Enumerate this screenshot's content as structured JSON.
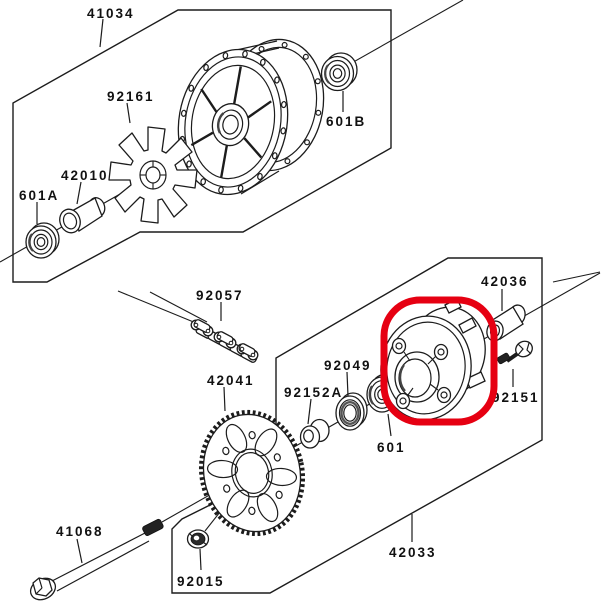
{
  "figure": {
    "type": "exploded-parts-diagram",
    "background_color": "#ffffff",
    "line_color": "#1c1c1c",
    "highlight": {
      "shape": "rounded-rectangle",
      "color": "#e60012"
    }
  },
  "part_labels": {
    "hub": "41034",
    "damper": "92161",
    "collar_42010": "42010",
    "bearing_601a": "601A",
    "bearing_601b": "601B",
    "chain": "92057",
    "sprocket": "42041",
    "bushing_92152a": "92152A",
    "seal_92049": "92049",
    "bearing_601": "601",
    "collar_42036": "42036",
    "bolt_92151": "92151",
    "axle_41068": "41068",
    "nut_92015": "92015",
    "coupling_42033": "42033"
  }
}
